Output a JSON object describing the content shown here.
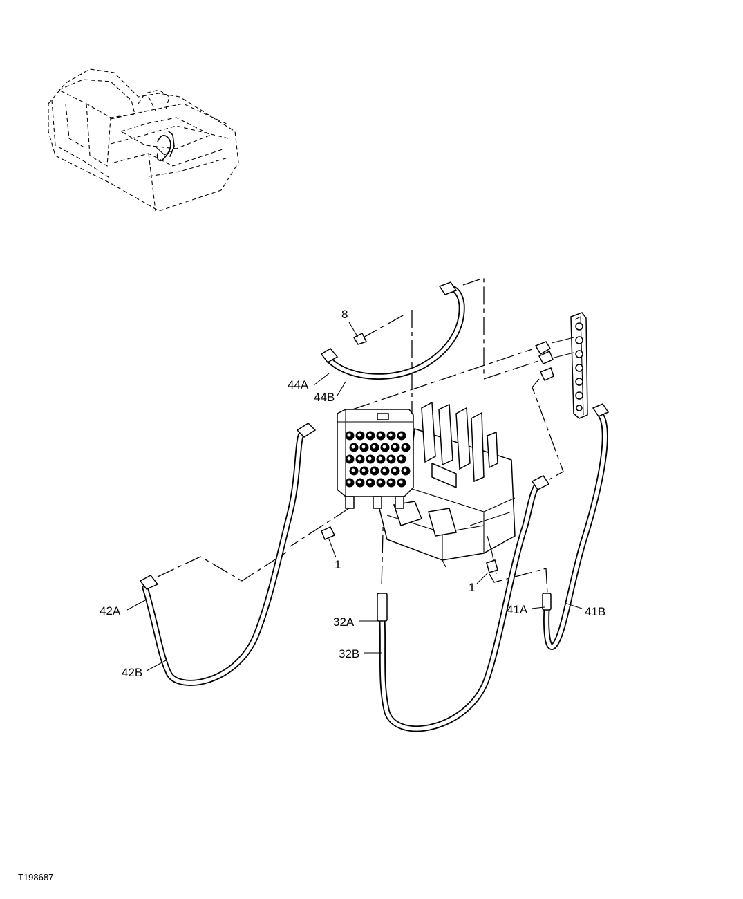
{
  "figure_id": "T198687",
  "callouts": {
    "c8": "8",
    "c44A": "44A",
    "c44B": "44B",
    "c1_left": "1",
    "c1_right": "1",
    "c42A": "42A",
    "c42B": "42B",
    "c32A": "32A",
    "c32B": "32B",
    "c41A": "41A",
    "c41B": "41B"
  }
}
